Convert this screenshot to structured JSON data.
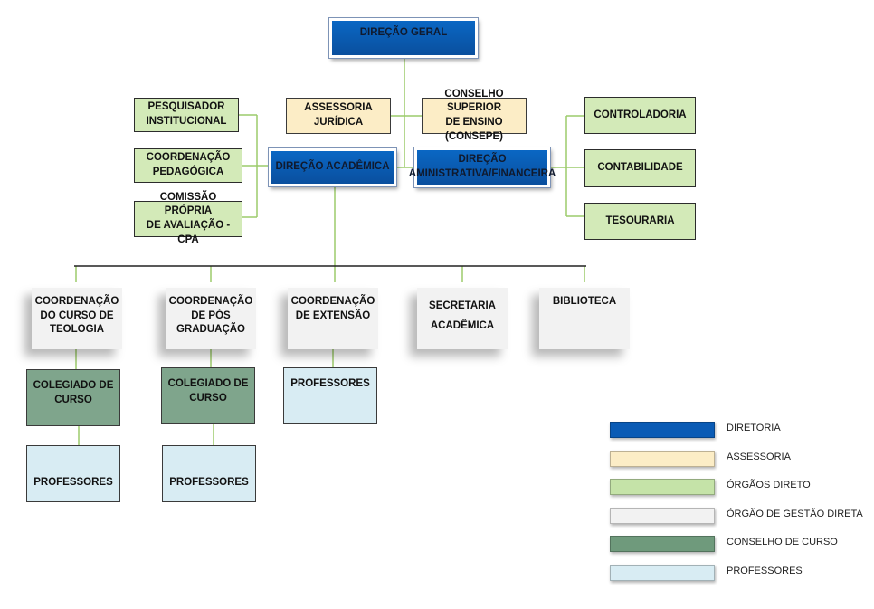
{
  "nodes": {
    "direcao_geral": "DIREÇÃO GERAL",
    "assessoria_juridica": "ASSESSORIA JURÍDICA",
    "consepe": "CONSELHO SUPERIOR\nDE ENSINO (CONSEPE)",
    "pesquisador": "PESQUISADOR\nINSTITUCIONAL",
    "coord_pedagogica": "COORDENAÇÃO\nPEDAGÓGICA",
    "cpa": "COMISSÃO PRÓPRIA\nDE AVALIAÇÃO - CPA",
    "direcao_academica": "DIREÇÃO ACADÊMICA",
    "direcao_adm": "DIREÇÃO\nAMINISTRATIVA/FINANCEIRA",
    "controladoria": "CONTROLADORIA",
    "contabilidade": "CONTABILIDADE",
    "tesouraria": "TESOURARIA",
    "coord_teologia": "COORDENAÇÃO\nDO CURSO DE\nTEOLOGIA",
    "coord_pos": "COORDENAÇÃO\nDE PÓS\nGRADUAÇÃO",
    "coord_extensao": "COORDENAÇÃO\nDE EXTENSÃO",
    "secretaria": "SECRETARIA\nACADÊMICA",
    "biblioteca": "BIBLIOTECA",
    "colegiado_1": "COLEGIADO DE\nCURSO",
    "colegiado_2": "COLEGIADO DE\nCURSO",
    "professores_1": "PROFESSORES",
    "professores_2": "PROFESSORES",
    "professores_3": "PROFESSORES"
  },
  "legend": [
    {
      "label": "DIRETORIA",
      "color": "#0a5bb5"
    },
    {
      "label": "ASSESSORIA",
      "color": "#fcedc6"
    },
    {
      "label": "ÓRGÃOS DIRETO",
      "color": "#c5e3a8"
    },
    {
      "label": "ÓRGÃO DE GESTÃO DIRETA",
      "color": "#f2f2f2"
    },
    {
      "label": "CONSELHO DE CURSO",
      "color": "#6f9a7c"
    },
    {
      "label": "PROFESSORES",
      "color": "#d8ecf3"
    }
  ],
  "colors": {
    "connector_green": "#9ccb6b",
    "connector_dark": "#222222"
  }
}
